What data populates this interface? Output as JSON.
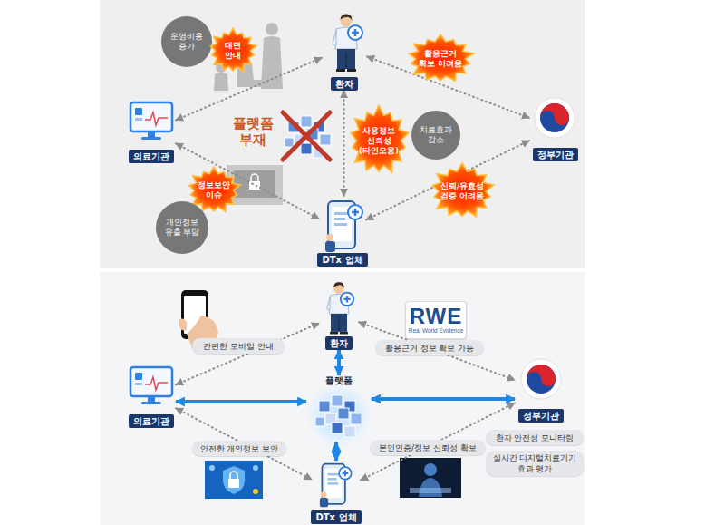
{
  "diagram": {
    "nodes": [
      {
        "text": [
          "운영비용 증가"
        ]
      },
      {
        "text": [
          "환자"
        ]
      },
      {
        "text": [
          "대면 안내"
        ]
      },
      {
        "text": [
          "활용근거 확보 어려움"
        ]
      },
      {
        "text": [
          "의료기관"
        ]
      },
      {
        "text": [
          "사용정보 신뢰성 (타인오용)"
        ]
      },
      {
        "text": [
          "치료효과 감소"
        ]
      },
      {
        "text": [
          "정부기관"
        ]
      },
      {
        "text": [
          "정보보안 이슈"
        ]
      },
      {
        "text": [
          "신뢰/유효성 검증 어려움"
        ]
      },
      {
        "text": [
          "개인정보 유출 부담"
        ]
      },
      {
        "text": [
          "DTx 업체"
        ]
      },
      {
        "text": [
          "환자"
        ]
      },
      {
        "text": [
          "RWE",
          "Real World Evidence"
        ]
      },
      {
        "text": [
          "간편한 모바일 안내"
        ]
      },
      {
        "text": [
          "활용근거 정보 확보 가능"
        ]
      },
      {
        "text": [
          "플랫폼"
        ]
      },
      {
        "text": [
          "의료기관"
        ]
      },
      {
        "text": [
          "정부기관"
        ]
      },
      {
        "text": [
          "환자 안전성 모니터링"
        ]
      },
      {
        "text": [
          "실시간 디지털치료기기 효과 평가"
        ]
      },
      {
        "text": [
          "안전한 개인정보 보안"
        ]
      },
      {
        "text": [
          "본인인증/정보 신뢰성 확보"
        ]
      },
      {
        "text": [
          "DTx 업체"
        ]
      }
    ],
    "edges": [
      {
        "from": 4,
        "to": 1,
        "arrow": "both"
      },
      {
        "from": 1,
        "to": 7,
        "arrow": "both"
      },
      {
        "from": 4,
        "to": 11,
        "arrow": "both"
      },
      {
        "from": 11,
        "to": 7,
        "arrow": "both"
      },
      {
        "from": 1,
        "to": 11,
        "arrow": "both"
      },
      {
        "from": 17,
        "to": 12,
        "arrow": "both"
      },
      {
        "from": 12,
        "to": 18,
        "arrow": "both"
      },
      {
        "from": 17,
        "to": 23,
        "arrow": "both"
      },
      {
        "from": 23,
        "to": 18,
        "arrow": "both"
      },
      {
        "from": 17,
        "to": 16,
        "arrow": "both"
      },
      {
        "from": 16,
        "to": 18,
        "arrow": "both"
      },
      {
        "from": 12,
        "to": 16,
        "arrow": "both"
      },
      {
        "from": 16,
        "to": 23,
        "arrow": "both"
      }
    ],
    "labels": [
      "플랫폼 부재"
    ]
  }
}
